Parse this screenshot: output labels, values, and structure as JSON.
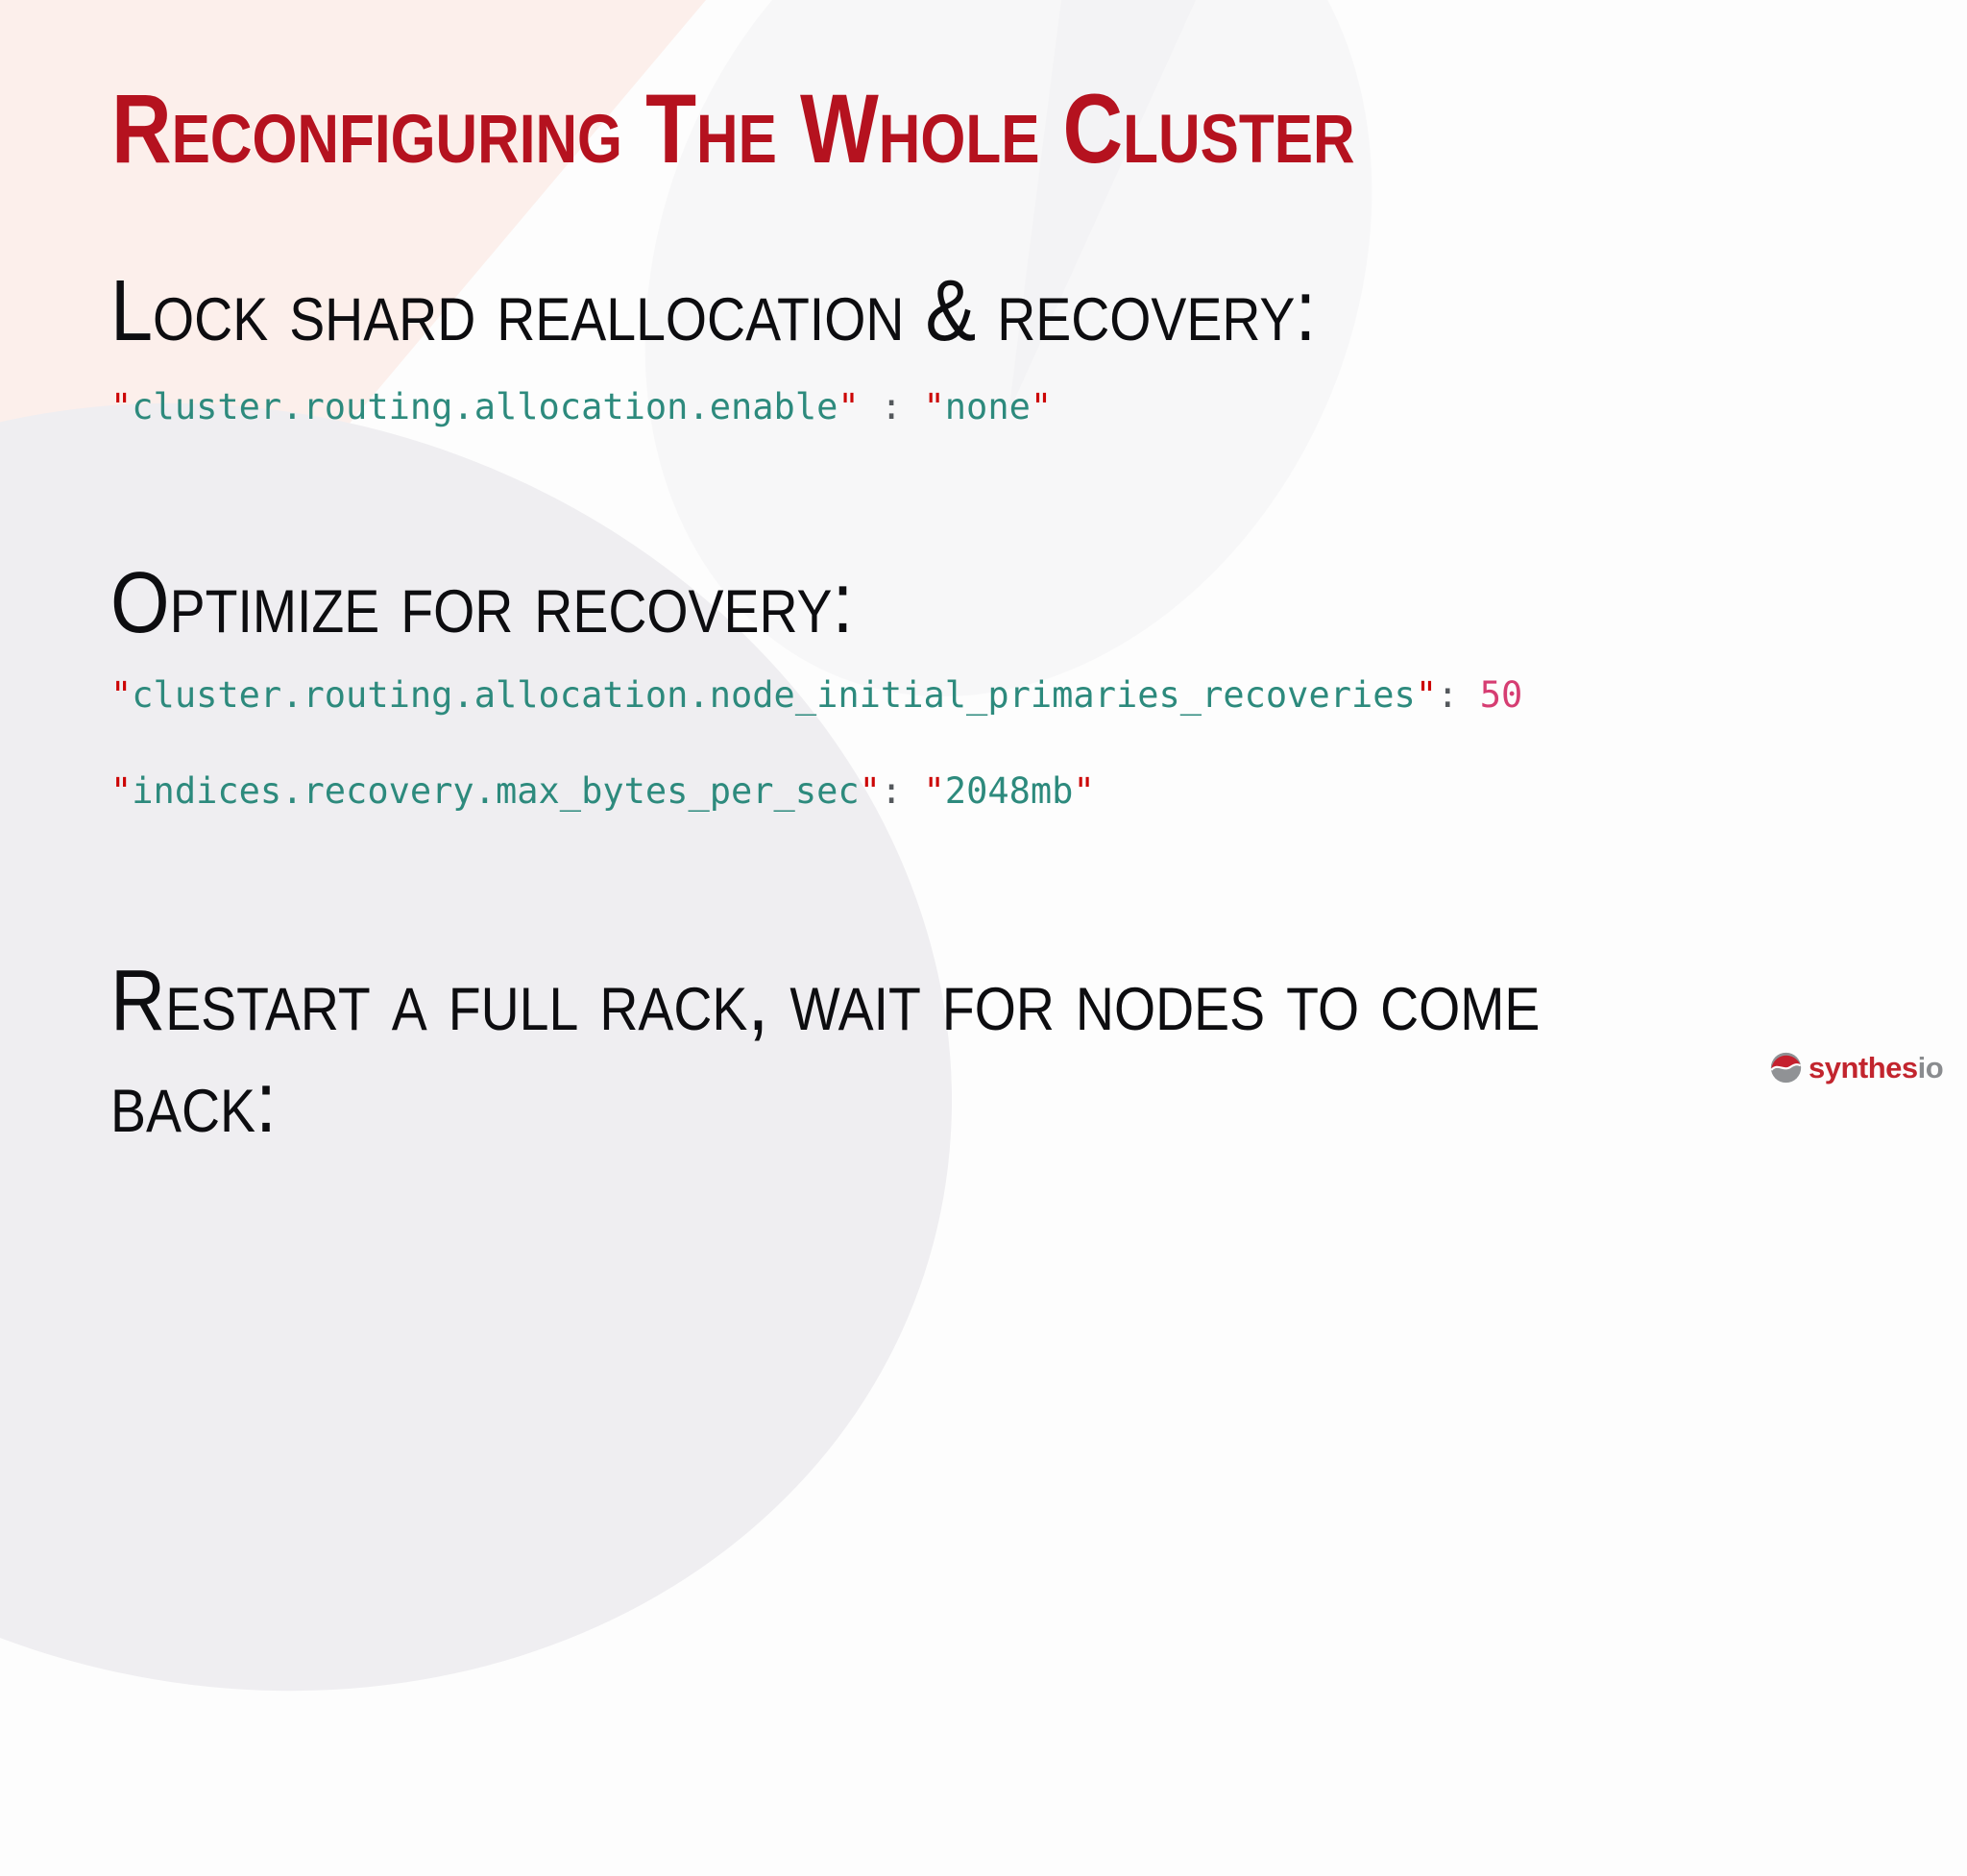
{
  "slide": {
    "title": "Reconfiguring The Whole Cluster",
    "headings": {
      "lock": "Lock shard reallocation & recovery:",
      "optimize": "Optimize for recovery:",
      "restart_line1": "Restart a full rack, wait for nodes to come",
      "restart_line2": "back:"
    }
  },
  "code": {
    "allocation_enable": {
      "open_quote": "\"",
      "key": "cluster.routing.allocation.enable",
      "close_quote": "\"",
      "separator": " : ",
      "value_open_quote": "\"",
      "value": "none",
      "value_close_quote": "\""
    },
    "initial_primaries": {
      "open_quote": "\"",
      "key": "cluster.routing.allocation.node_initial_primaries_recoveries",
      "close_quote": "\"",
      "separator": ": ",
      "value": "50"
    },
    "max_bytes": {
      "open_quote": "\"",
      "key": "indices.recovery.max_bytes_per_sec",
      "close_quote": "\"",
      "separator": ": ",
      "value_open_quote": "\"",
      "value": "2048mb",
      "value_close_quote": "\""
    }
  },
  "logo": {
    "text_red": "synthes",
    "text_gray": "io"
  },
  "colors": {
    "title_red": "#b5121f",
    "heading_black": "#0d0d10",
    "code_teal": "#2d8a7d",
    "code_quote_red": "#cc0505",
    "code_number_pink": "#d63d72",
    "code_separator_gray": "#54585c",
    "background_pink": "#fcefeb",
    "background_gray": "#efeef1",
    "logo_red": "#c2252e",
    "logo_gray": "#8a8c8f"
  }
}
